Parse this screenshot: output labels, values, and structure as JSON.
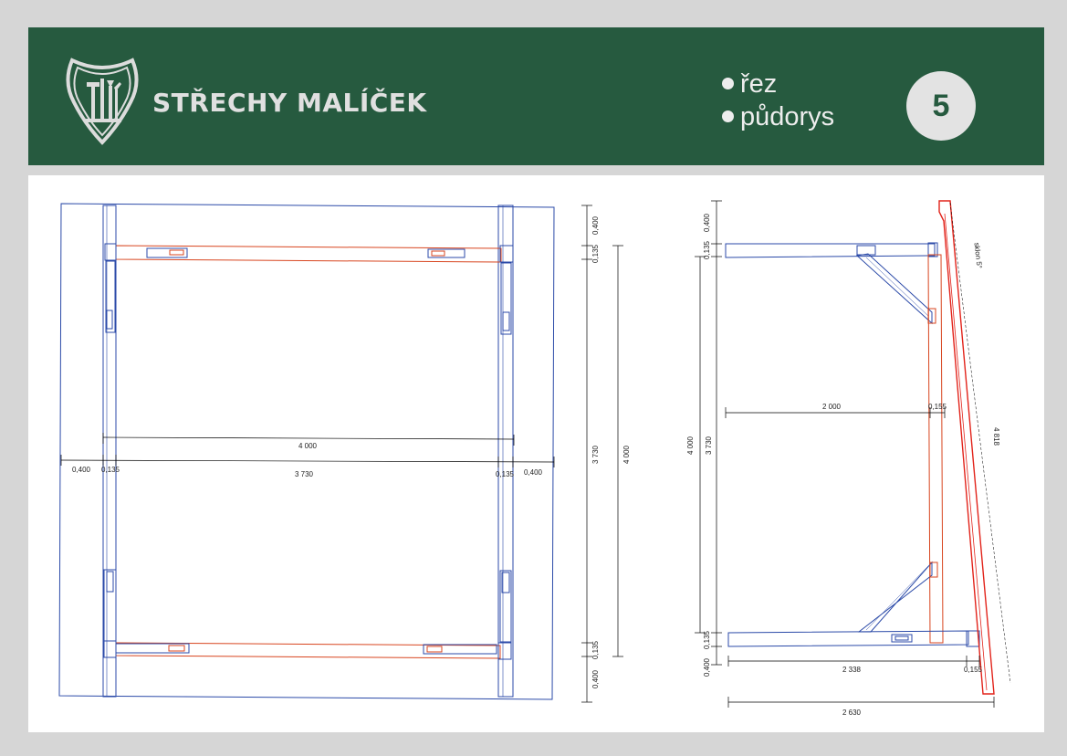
{
  "header": {
    "brand": "STŘECHY MALÍČEK",
    "legend": [
      "řez",
      "půdorys"
    ],
    "sheet_number": "5"
  },
  "colors": {
    "header_bg": "#265a3f",
    "structure_blue": "#2b4aa8",
    "beam_red": "#d8451f",
    "roof_red": "#e2231a"
  },
  "icons": [
    "shield-logo-icon"
  ],
  "plan": {
    "dims": {
      "total": "4 000",
      "left_overhang": "0,400",
      "left_post": "0,135",
      "clear_span": "3 730",
      "right_post": "0,135",
      "right_overhang": "0,400",
      "side_top_overhang": "0,400",
      "side_top_post": "0,135",
      "side_clear": "3 730",
      "side_total": "4 000",
      "side_bottom_post": "0,135",
      "side_bottom_overhang": "0,400"
    }
  },
  "section": {
    "dims": {
      "top_overhang": "0,400",
      "top_post": "0,135",
      "height_total": "4 000",
      "height_clear": "3 730",
      "bottom_post": "0,135",
      "bottom_overhang": "0,400",
      "arm_length": "2 000",
      "arm_post": "0,155",
      "base_length": "2 338",
      "base_post": "0,155",
      "overall_width": "2 630",
      "roof_length": "4 818",
      "slope": "sklon 5°"
    }
  }
}
